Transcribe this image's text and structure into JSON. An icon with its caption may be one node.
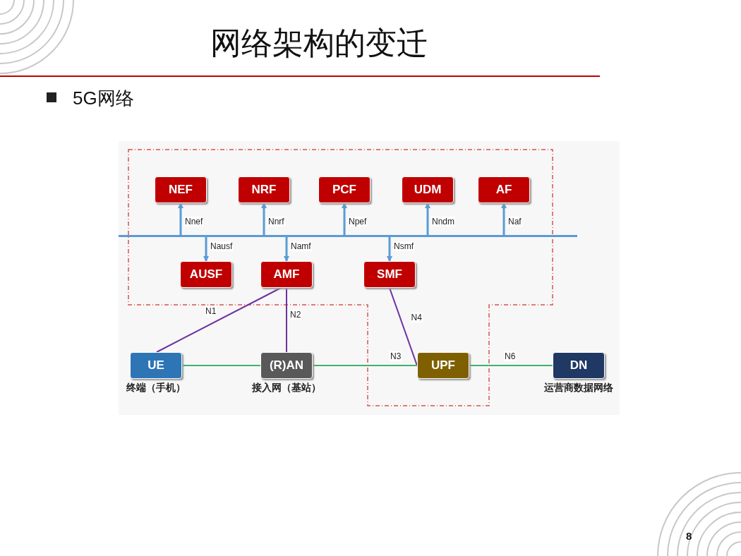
{
  "diagram": {
    "title": "网络架构的变迁",
    "nodes": [
      {
        "text": [
          "NEF"
        ]
      },
      {
        "text": [
          "NRF"
        ]
      },
      {
        "text": [
          "PCF"
        ]
      },
      {
        "text": [
          "UDM"
        ]
      },
      {
        "text": [
          "AF"
        ]
      },
      {
        "text": [],
        "shape": "bar"
      },
      {
        "text": [
          "AUSF"
        ]
      },
      {
        "text": [
          "AMF"
        ]
      },
      {
        "text": [
          "SMF"
        ]
      },
      {
        "text": [
          "UE"
        ],
        "beside": [
          "终端（手机）"
        ]
      },
      {
        "text": [
          "(R)AN"
        ],
        "beside": [
          "接入网（基站）"
        ]
      },
      {
        "text": [
          "UPF"
        ]
      },
      {
        "text": [
          "DN"
        ],
        "beside": [
          "运营商数据网络"
        ]
      }
    ],
    "edges": [
      {
        "from": 5,
        "to": 0,
        "arrow": "to",
        "label": "Nnef"
      },
      {
        "from": 5,
        "to": 1,
        "arrow": "to",
        "label": "Nnrf"
      },
      {
        "from": 5,
        "to": 2,
        "arrow": "to",
        "label": "Npef"
      },
      {
        "from": 5,
        "to": 3,
        "arrow": "to",
        "label": "Nndm"
      },
      {
        "from": 5,
        "to": 4,
        "arrow": "to",
        "label": "Naf"
      },
      {
        "from": 5,
        "to": 6,
        "arrow": "to",
        "label": "Nausf"
      },
      {
        "from": 5,
        "to": 7,
        "arrow": "to",
        "label": "Namf"
      },
      {
        "from": 5,
        "to": 8,
        "arrow": "to",
        "label": "Nsmf"
      },
      {
        "from": 9,
        "to": 7,
        "arrow": "none",
        "label": "N1",
        "color": "#7030a0"
      },
      {
        "from": 10,
        "to": 7,
        "arrow": "none",
        "label": "N2",
        "color": "#7030a0"
      },
      {
        "from": 8,
        "to": 11,
        "arrow": "none",
        "label": "N4",
        "color": "#7030a0"
      },
      {
        "from": 9,
        "to": 10,
        "arrow": "none",
        "color": "#3cb371"
      },
      {
        "from": 10,
        "to": 11,
        "arrow": "none",
        "label": "N3",
        "color": "#3cb371"
      },
      {
        "from": 11,
        "to": 12,
        "arrow": "none",
        "label": "N6",
        "color": "#3cb371"
      }
    ],
    "labels": [
      "5G网络",
      "8"
    ]
  }
}
